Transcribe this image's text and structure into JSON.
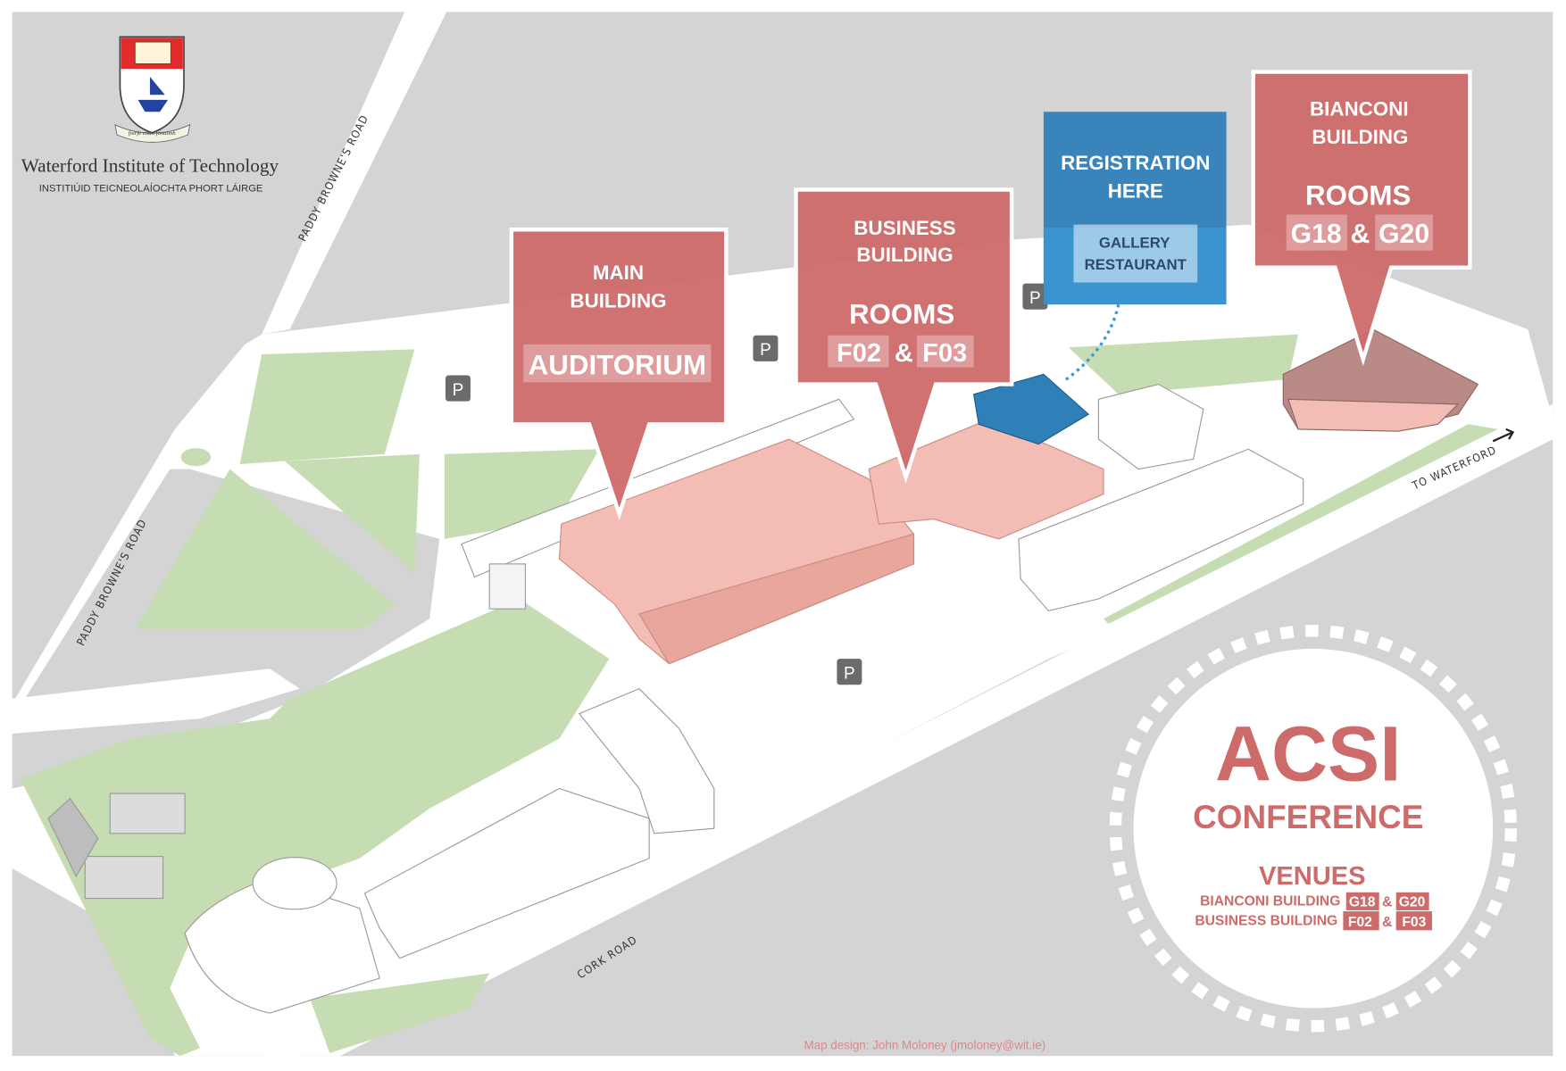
{
  "logo": {
    "institution": "Waterford Institute of Technology",
    "institution_irish": "INSTITIÚID TEICNEOLAÍOCHTA PHORT LÁIRGE",
    "motto": "foirfe chun fónaimh"
  },
  "roads": {
    "paddy_brownes_top": "PADDY BROWNE'S ROAD",
    "paddy_brownes_bottom": "PADDY BROWNE'S ROAD",
    "cork_road": "CORK ROAD",
    "to_waterford": "TO WATERFORD"
  },
  "parking_label": "P",
  "callouts": {
    "main": {
      "line1": "MAIN",
      "line2": "BUILDING",
      "room": "AUDITORIUM"
    },
    "business": {
      "line1": "BUSINESS",
      "line2": "BUILDING",
      "rooms_label": "ROOMS",
      "room_a": "F02",
      "amp": "&",
      "room_b": "F03"
    },
    "registration": {
      "line1": "REGISTRATION",
      "line2": "HERE",
      "sub1": "GALLERY",
      "sub2": "RESTAURANT"
    },
    "bianconi": {
      "line1": "BIANCONI",
      "line2": "BUILDING",
      "rooms_label": "ROOMS",
      "room_a": "G18",
      "amp": "&",
      "room_b": "G20"
    }
  },
  "conference": {
    "title": "ACSI",
    "subtitle": "CONFERENCE",
    "venues_heading": "VENUES",
    "venues": [
      {
        "building": "BIANCONI BUILDING",
        "room_a": "G18",
        "amp": "&",
        "room_b": "G20"
      },
      {
        "building": "BUSINESS BUILDING",
        "room_a": "F02",
        "amp": "&",
        "room_b": "F03"
      }
    ]
  },
  "credit": "Map design: John Moloney (jmoloney@wit.ie)",
  "colors": {
    "background": "#d4d4d4",
    "road": "#ffffff",
    "grass": "#c6dcb2",
    "building": "#f3bcb4",
    "callout": "#cd6a6a",
    "registration": "#2f80b9"
  }
}
